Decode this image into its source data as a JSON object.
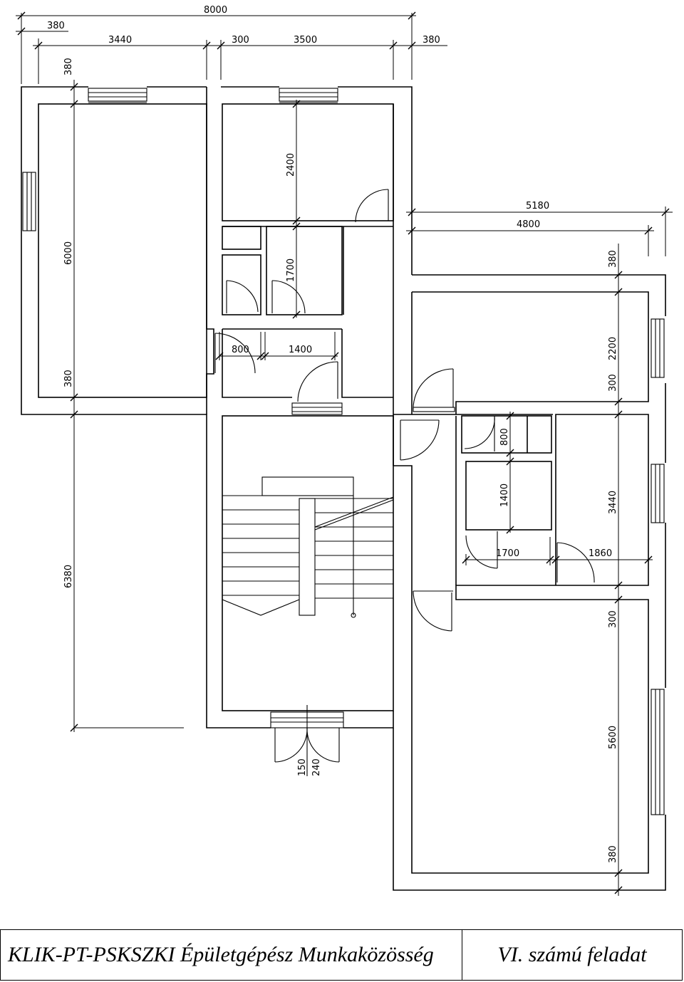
{
  "drawing": {
    "dimensions": {
      "top_total": "8000",
      "top_wall_left": "380",
      "top_room_left": "3440",
      "top_partition": "300",
      "top_room_right": "3500",
      "top_wall_right": "380",
      "left_wall_top": "380",
      "left_room": "6000",
      "left_wall_mid": "380",
      "left_stair": "6380",
      "wc_room": "2400",
      "wc_small": "1700",
      "corr_door": "800",
      "corr_width": "1400",
      "right_total": "5180",
      "right_inner": "4800",
      "right_wall_top": "380",
      "right_room_top": "2200",
      "right_part1": "300",
      "bath_small": "800",
      "bath_big": "1400",
      "bath_width": "1700",
      "hall_width": "1860",
      "right_mid_room": "3440",
      "right_part2": "300",
      "right_room_bottom": "5600",
      "right_wall_bottom": "380",
      "entry_a": "150",
      "entry_b": "240"
    }
  },
  "footer": {
    "institution": "KLIK-PT-PSKSZKI Épületgépész Munkaközösség",
    "task": "VI. számú feladat"
  }
}
